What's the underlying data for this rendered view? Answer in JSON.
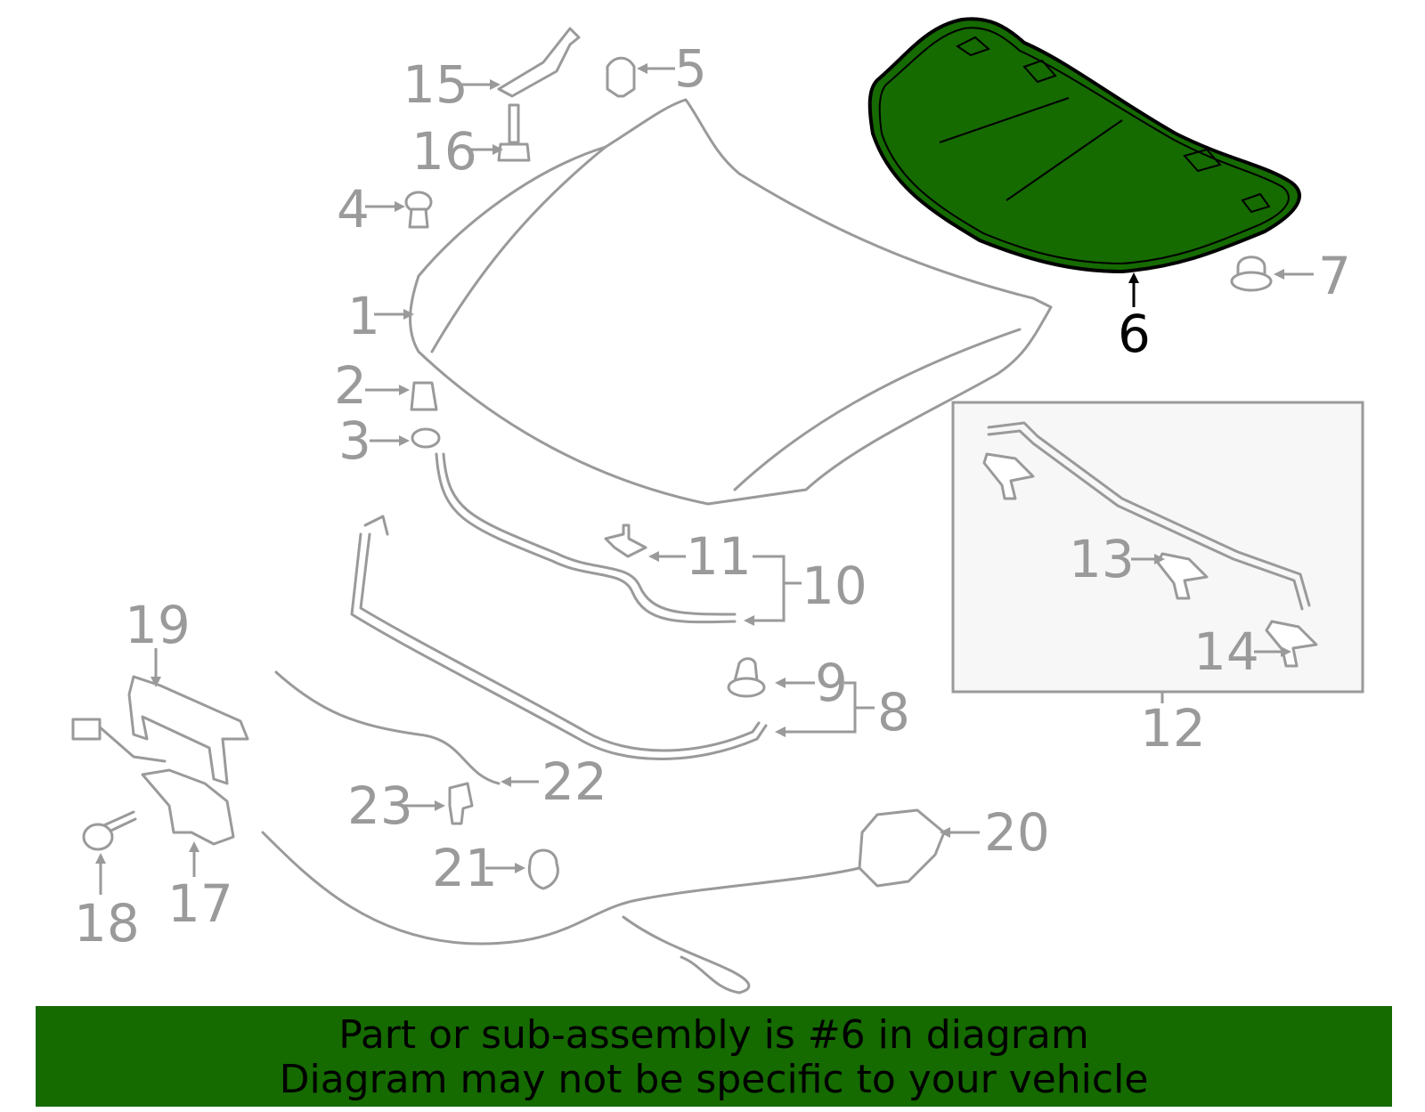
{
  "diagram": {
    "highlight_color": "#156a00",
    "callouts": [
      {
        "id": "1",
        "label": "1"
      },
      {
        "id": "2",
        "label": "2"
      },
      {
        "id": "3",
        "label": "3"
      },
      {
        "id": "4",
        "label": "4"
      },
      {
        "id": "5",
        "label": "5"
      },
      {
        "id": "6",
        "label": "6",
        "highlighted": true
      },
      {
        "id": "7",
        "label": "7"
      },
      {
        "id": "8",
        "label": "8"
      },
      {
        "id": "9",
        "label": "9"
      },
      {
        "id": "10",
        "label": "10"
      },
      {
        "id": "11",
        "label": "11"
      },
      {
        "id": "12",
        "label": "12"
      },
      {
        "id": "13",
        "label": "13"
      },
      {
        "id": "14",
        "label": "14"
      },
      {
        "id": "15",
        "label": "15"
      },
      {
        "id": "16",
        "label": "16"
      },
      {
        "id": "17",
        "label": "17"
      },
      {
        "id": "18",
        "label": "18"
      },
      {
        "id": "19",
        "label": "19"
      },
      {
        "id": "20",
        "label": "20"
      },
      {
        "id": "21",
        "label": "21"
      },
      {
        "id": "22",
        "label": "22"
      },
      {
        "id": "23",
        "label": "23"
      }
    ]
  },
  "banner": {
    "line1": "Part or sub-assembly is #6 in diagram",
    "line2": "Diagram may not be specific to your vehicle",
    "background": "#156a00"
  }
}
